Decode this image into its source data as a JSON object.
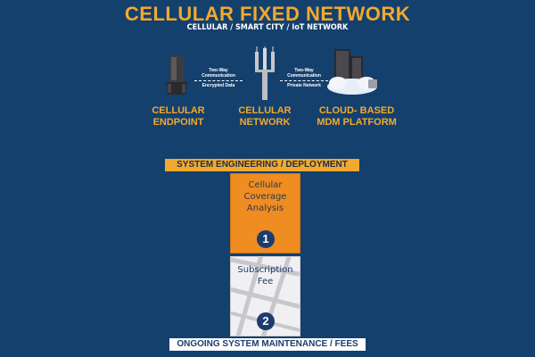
{
  "header": {
    "title": "CELLULAR FIXED NETWORK",
    "subtitle": "CELLULAR / SMART CITY / IoT NETWORK"
  },
  "nodes": [
    {
      "label_line1": "CELLULAR",
      "label_line2": "ENDPOINT",
      "icon": "meter-device-icon"
    },
    {
      "label_line1": "CELLULAR",
      "label_line2": "NETWORK",
      "icon": "cell-tower-icon"
    },
    {
      "label_line1": "CLOUD- BASED",
      "label_line2": "MDM PLATFORM",
      "icon": "cloud-server-icon"
    }
  ],
  "connections": [
    {
      "top": "Two-Way Communication",
      "bottom": "Encrypted Data"
    },
    {
      "top": "Two-Way Communication",
      "bottom": "Private Network"
    }
  ],
  "phases": {
    "top_label": "SYSTEM ENGINEERING / DEPLOYMENT",
    "bottom_label": "ONGOING SYSTEM MAINTENANCE / FEES",
    "steps": [
      {
        "number": "1",
        "lines": [
          "Cellular",
          "Coverage",
          "Analysis"
        ],
        "color": "#ef8c22"
      },
      {
        "number": "2",
        "lines": [
          "Subscription",
          "Fee"
        ],
        "color": "#f0f0f2"
      }
    ]
  },
  "colors": {
    "background": "#14406e",
    "accent": "#f2a92e",
    "navy": "#1d3c6e"
  }
}
